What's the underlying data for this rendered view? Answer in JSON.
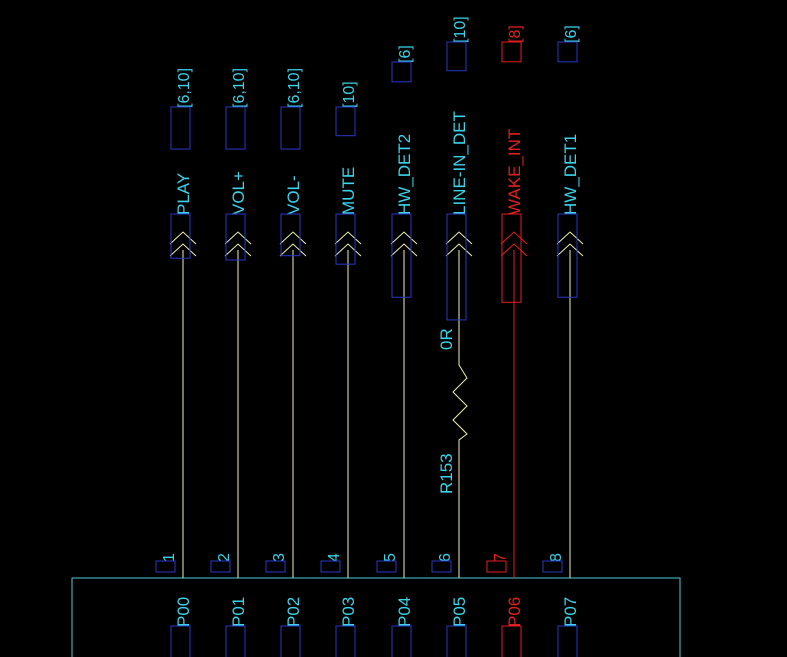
{
  "colors": {
    "background": "#000000",
    "wire": "#f2f2ae",
    "label": "#3ad3e8",
    "box": "#2a37c8",
    "highlight": "#e02020",
    "chip_outline": "#4fc7d6"
  },
  "nets": [
    {
      "pin_number": "1",
      "port": "P00",
      "net": "PLAY",
      "ref": "[6,10]",
      "highlight": false
    },
    {
      "pin_number": "2",
      "port": "P01",
      "net": "VOL+",
      "ref": "[6,10]",
      "highlight": false
    },
    {
      "pin_number": "3",
      "port": "P02",
      "net": "VOL-",
      "ref": "[6,10]",
      "highlight": false
    },
    {
      "pin_number": "4",
      "port": "P03",
      "net": "MUTE",
      "ref": "[10]",
      "highlight": false
    },
    {
      "pin_number": "5",
      "port": "P04",
      "net": "HW_DET2",
      "ref": "[6]",
      "highlight": false
    },
    {
      "pin_number": "6",
      "port": "P05",
      "net": "LINE-IN_DET",
      "ref": "[10]",
      "highlight": false
    },
    {
      "pin_number": "7",
      "port": "P06",
      "net": "WAKE_INT",
      "ref": "[8]",
      "highlight": true
    },
    {
      "pin_number": "8",
      "port": "P07",
      "net": "HW_DET1",
      "ref": "[6]",
      "highlight": false
    }
  ],
  "resistor": {
    "designator": "R153",
    "value": "0R"
  }
}
